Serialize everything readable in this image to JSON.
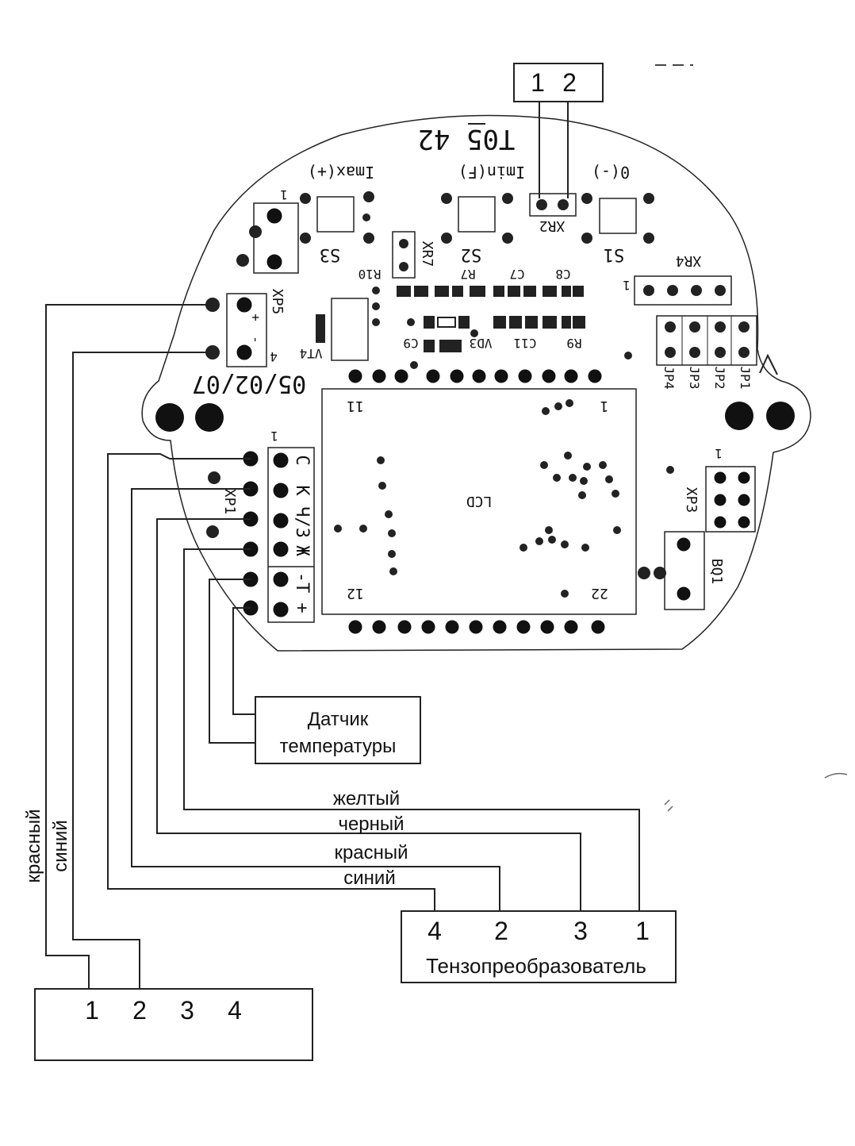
{
  "board": {
    "code": "T05  42",
    "date": "05/02/07",
    "buttons": {
      "imax": "Imax(+)",
      "imin": "Imin(F)",
      "zero": "0(-)",
      "s1": "S1",
      "s2": "S2",
      "s3": "S3"
    },
    "refs": {
      "xr2": "XR2",
      "xr7": "XR7",
      "xr4": "XR4",
      "xp5": "XP5",
      "xp1": "XP1",
      "xp3": "XP3",
      "bq1": "BQ1",
      "r10": "R10",
      "r7": "R7",
      "c8": "C8",
      "c7": "C7",
      "r9": "R9",
      "c11": "C11",
      "vd3": "VD3",
      "c9": "C9",
      "vt4": "VT4",
      "jp1": "JP1",
      "jp2": "JP2",
      "jp3": "JP3",
      "jp4": "JP4",
      "lcd": "LCD",
      "lcd_pin1": "1",
      "lcd_pin11": "11",
      "lcd_pin12": "12",
      "lcd_pin22": "22",
      "xp5_pin": "4",
      "xp1_pin": "1",
      "xr4_pin": "1",
      "xp3_pin": "1",
      "s3_pin": "1"
    },
    "xp1_pins": [
      "С",
      "К",
      "Ч/З",
      "Ж",
      "-Т",
      "+"
    ],
    "xp5_signs": [
      "+",
      "-"
    ]
  },
  "top_connector": {
    "pins": [
      "1",
      "2"
    ]
  },
  "temp_sensor": {
    "line1": "Датчик",
    "line2": "температуры"
  },
  "wire_labels": [
    "желтый",
    "черный",
    "красный",
    "синий"
  ],
  "left_wire_labels": [
    "красный",
    "синий"
  ],
  "tenso": {
    "pins": [
      "4",
      "2",
      "3",
      "1"
    ],
    "label": "Тензопреобразователь"
  },
  "bottom_connector": {
    "pins": [
      "1",
      "2",
      "3",
      "4"
    ]
  }
}
